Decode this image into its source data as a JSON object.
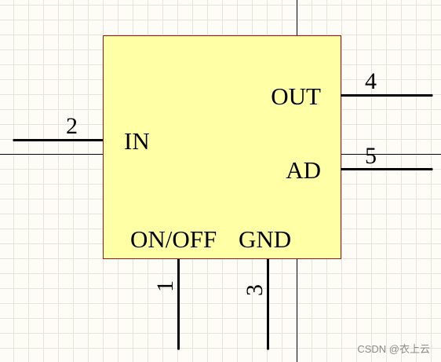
{
  "component": {
    "fill": "#ffffa6",
    "stroke": "#8b1a1a",
    "pins": [
      {
        "id": "in",
        "number": "2",
        "label": "IN"
      },
      {
        "id": "out",
        "number": "4",
        "label": "OUT"
      },
      {
        "id": "ad",
        "number": "5",
        "label": "AD"
      },
      {
        "id": "onoff",
        "number": "1",
        "label": "ON/OFF"
      },
      {
        "id": "gnd",
        "number": "3",
        "label": "GND"
      }
    ]
  },
  "grid": {
    "color": "#e6e3d9",
    "crosshair_color": "#000000"
  },
  "watermark": "CSDN @衣上云"
}
